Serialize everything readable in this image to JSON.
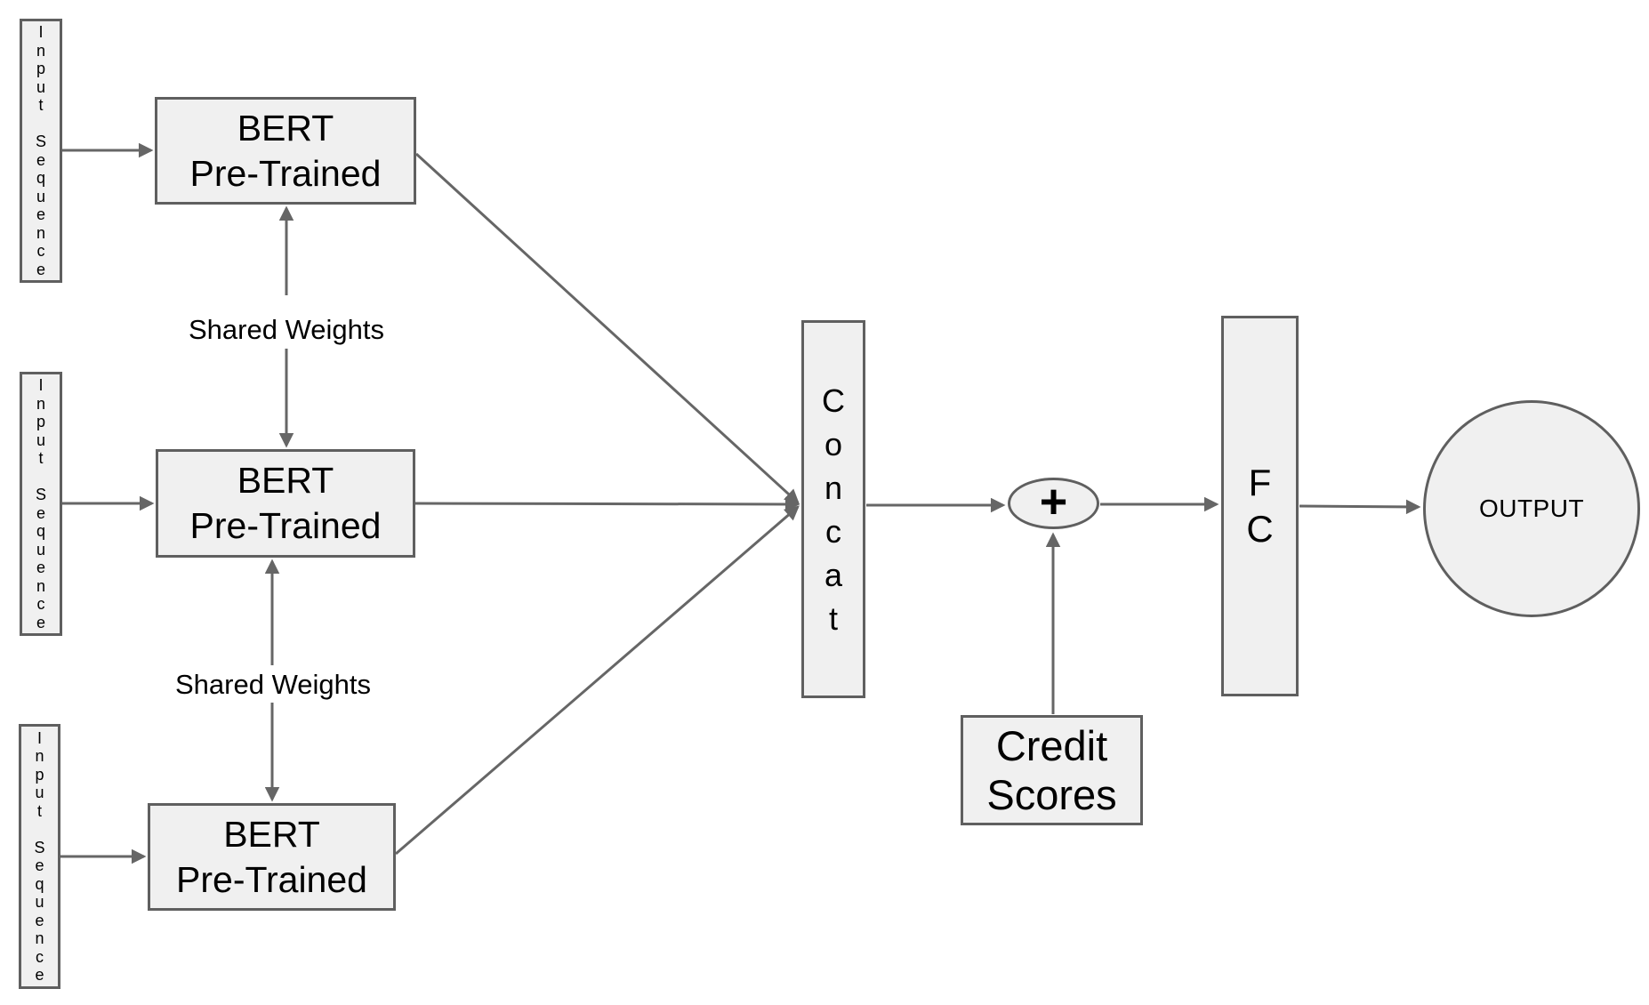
{
  "diagram": {
    "colors": {
      "node_fill": "#f0f0f0",
      "node_border": "#5f5f5f",
      "arrow": "#666666",
      "text": "#000000",
      "background": "#ffffff"
    },
    "nodes": {
      "input_sequence_1": {
        "label": "Input Sequence",
        "display": "I\nn\np\nu\nt\n\nS\ne\nq\nu\ne\nn\nc\ne"
      },
      "input_sequence_2": {
        "label": "Input Sequence",
        "display": "I\nn\np\nu\nt\n\nS\ne\nq\nu\ne\nn\nc\ne"
      },
      "input_sequence_3": {
        "label": "Input Sequence",
        "display": "I\nn\np\nu\nt\n\nS\ne\nq\nu\ne\nn\nc\ne"
      },
      "bert_1": {
        "label": "BERT\nPre-Trained"
      },
      "bert_2": {
        "label": "BERT\nPre-Trained"
      },
      "bert_3": {
        "label": "BERT\nPre-Trained"
      },
      "concat": {
        "label": "Concat",
        "display": "C\no\nn\nc\na\nt"
      },
      "sum": {
        "label": "+"
      },
      "credit_scores": {
        "label": "Credit\nScores"
      },
      "fc": {
        "label": "FC",
        "display": "F\nC"
      },
      "output": {
        "label": "OUTPUT"
      }
    },
    "edge_labels": {
      "shared_weights_1": "Shared Weights",
      "shared_weights_2": "Shared Weights"
    }
  }
}
